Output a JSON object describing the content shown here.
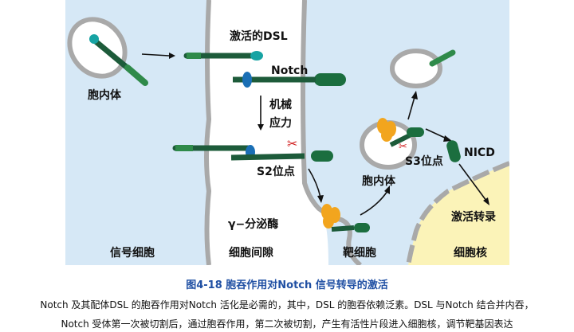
{
  "labels": {
    "activated_dsl": "激活的DSL",
    "notch": "Notch",
    "endosome_left": "胞内体",
    "mechanical_force_1": "机械",
    "mechanical_force_2": "应力",
    "s2_site": "S2位点",
    "gamma_secretase": "γ−分泌酶",
    "s3_site": "S3位点",
    "endosome_right": "胞内体",
    "nicd": "NICD",
    "activate_transcription": "激活转录",
    "signal_cell": "信号细胞",
    "intercellular_space": "细胞间隙",
    "target_cell": "靶细胞",
    "nucleus": "细胞核"
  },
  "caption": {
    "title": "图4-18 胞吞作用对Notch 信号转导的激活",
    "line1": "Notch 及其配体DSL 的胞吞作用对Notch 活化是必需的，其中，DSL 的胞吞依赖泛素。DSL 与Notch 结合并内吞，",
    "line2": "Notch 受体第一次被切割后，通过胞吞作用，第二次被切割，产生有活性片段进入细胞核，调节靶基因表达"
  },
  "colors": {
    "background": "#d6e8f6",
    "membrane": "#a9a9a9",
    "intercellular": "#ffffff",
    "nucleus": "#fbf3b8",
    "ligand_dark": "#1d5b3a",
    "ligand_teal": "#17a3a3",
    "notch_green": "#2f8a4a",
    "notch_receptor": "#1b6e3f",
    "blue_domain": "#1a6fb5",
    "secretase": "#f2a51e",
    "scissors": "#d11f1f",
    "caption_title": "#1f4fa3"
  }
}
